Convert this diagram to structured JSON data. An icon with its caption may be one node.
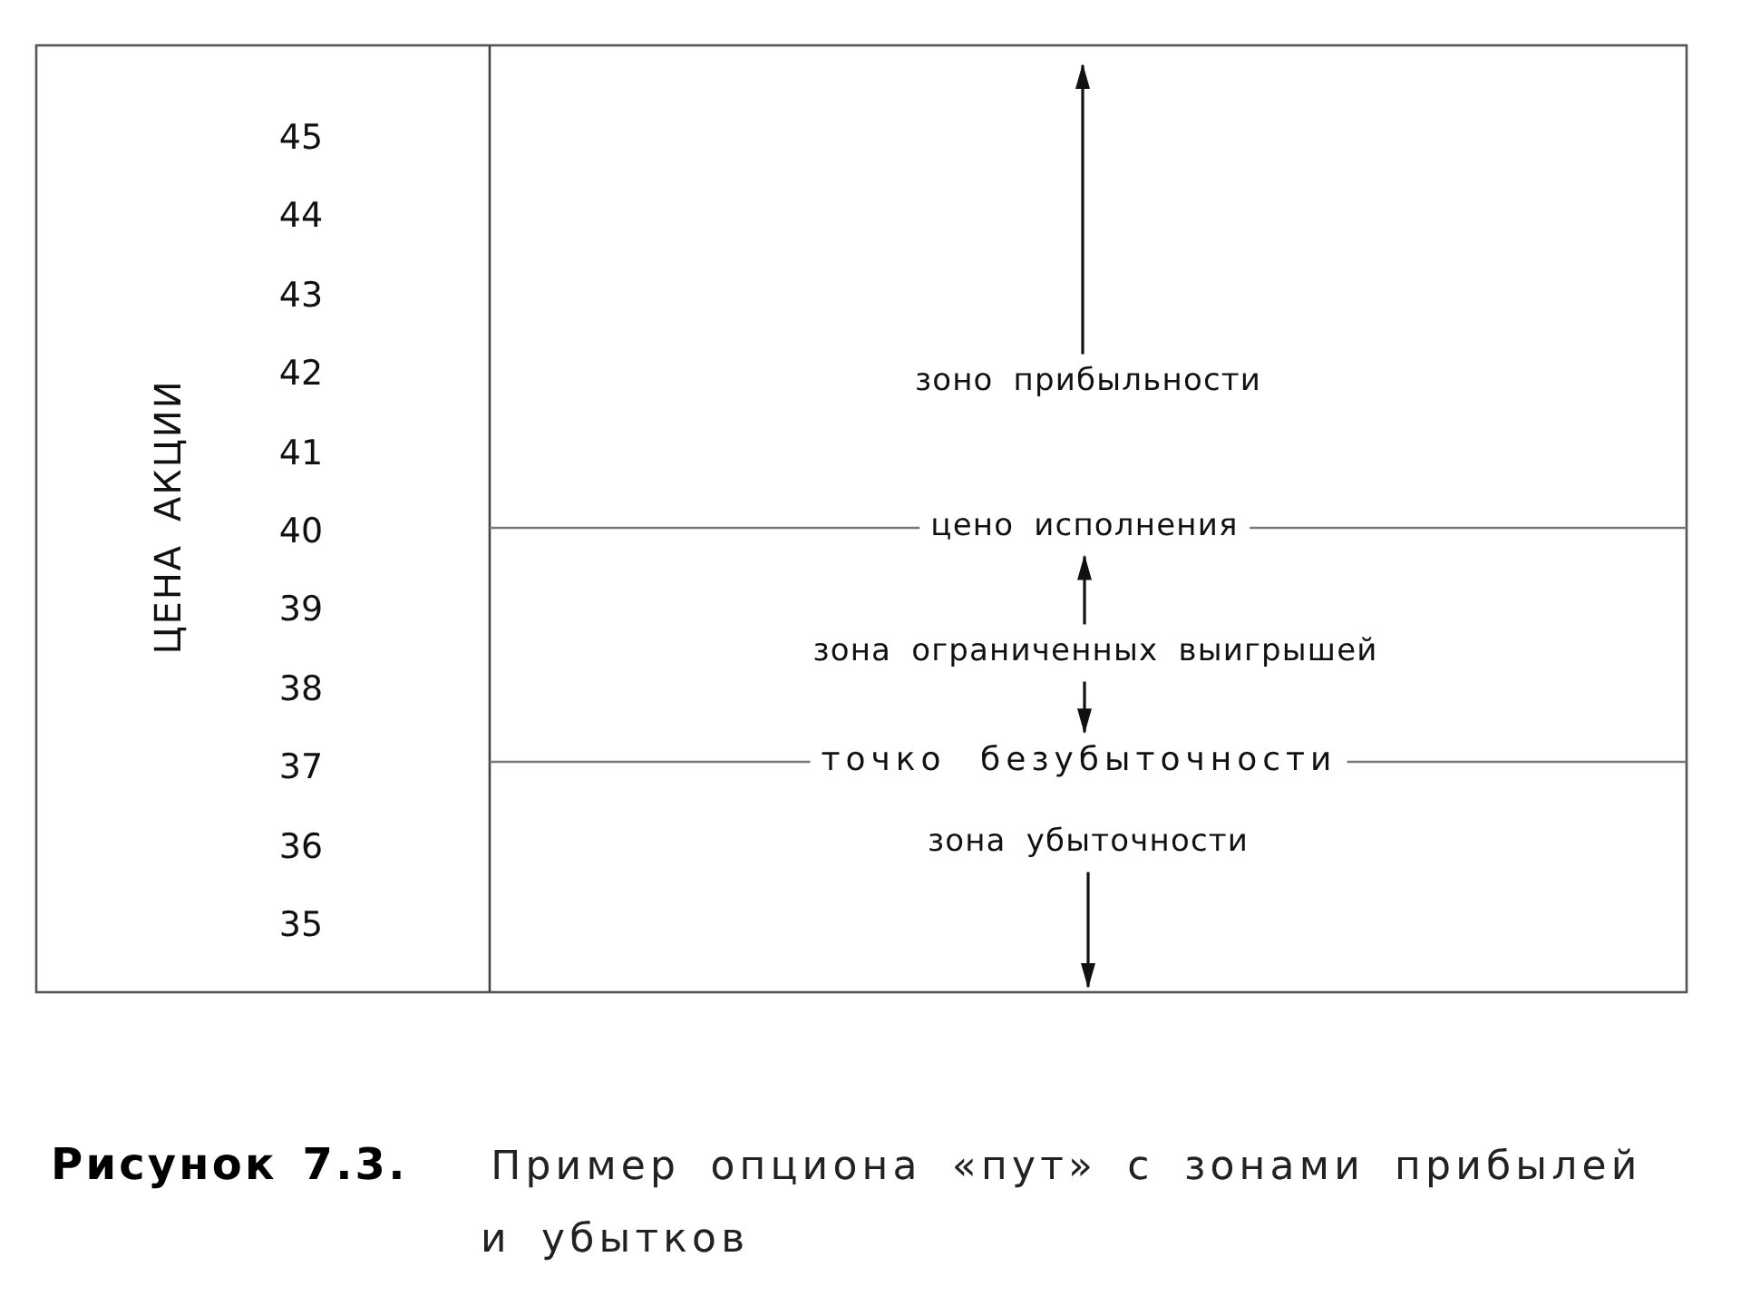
{
  "diagram": {
    "caption": "**Рисунок 7.3.** Пример опциона «пут» с зонами прибылей и убытков",
    "nodes": [
      {
        "text": [
          "зоно прибыльности"
        ]
      },
      {
        "text": [
          "цено исполнения"
        ]
      },
      {
        "text": [
          "зона ограниченных выигрышей"
        ]
      },
      {
        "text": [
          "точко безубыточности"
        ]
      },
      {
        "text": [
          "зона убыточности"
        ]
      }
    ],
    "edges": [
      {
        "from": 0,
        "to": null,
        "arrow": "to"
      },
      {
        "from": 2,
        "to": 1,
        "arrow": "to"
      },
      {
        "from": 2,
        "to": 3,
        "arrow": "to"
      },
      {
        "from": 4,
        "to": null,
        "arrow": "to"
      }
    ],
    "labels": [
      "ЦЕНА АКЦИИ",
      "45",
      "44",
      "43",
      "42",
      "41",
      "40",
      "39",
      "38",
      "37",
      "36",
      "35"
    ]
  }
}
